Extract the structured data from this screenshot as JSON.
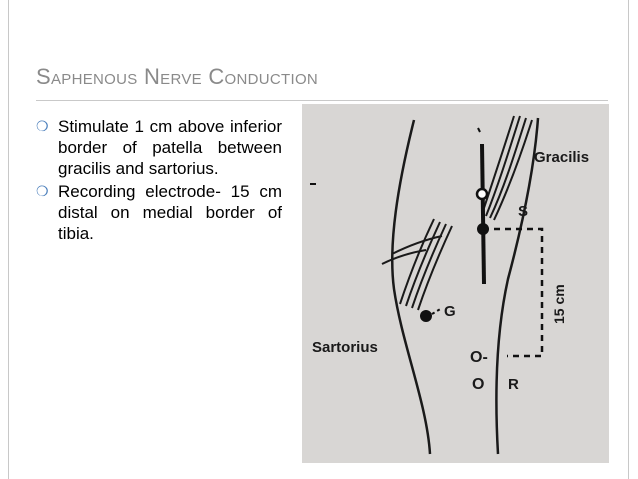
{
  "slide": {
    "title": "Saphenous Nerve Conduction",
    "bullets": [
      {
        "marker": "❍",
        "text": "Stimulate 1 cm above inferior border of patella between gracilis and sartorius."
      },
      {
        "marker": "❍",
        "text": "Recording electrode- 15 cm distal on medial border of tibia."
      }
    ]
  },
  "figure": {
    "labels": {
      "gracilis": "Gracilis",
      "s": "S",
      "distance": "15 cm",
      "g": "G",
      "sartorius": "Sartorius",
      "o1": "O-",
      "o2": "O",
      "r": "R"
    }
  },
  "colors": {
    "title": "#8a8a8a",
    "bullet_marker": "#4a7ebb",
    "figure_bg": "#d8d6d4"
  }
}
